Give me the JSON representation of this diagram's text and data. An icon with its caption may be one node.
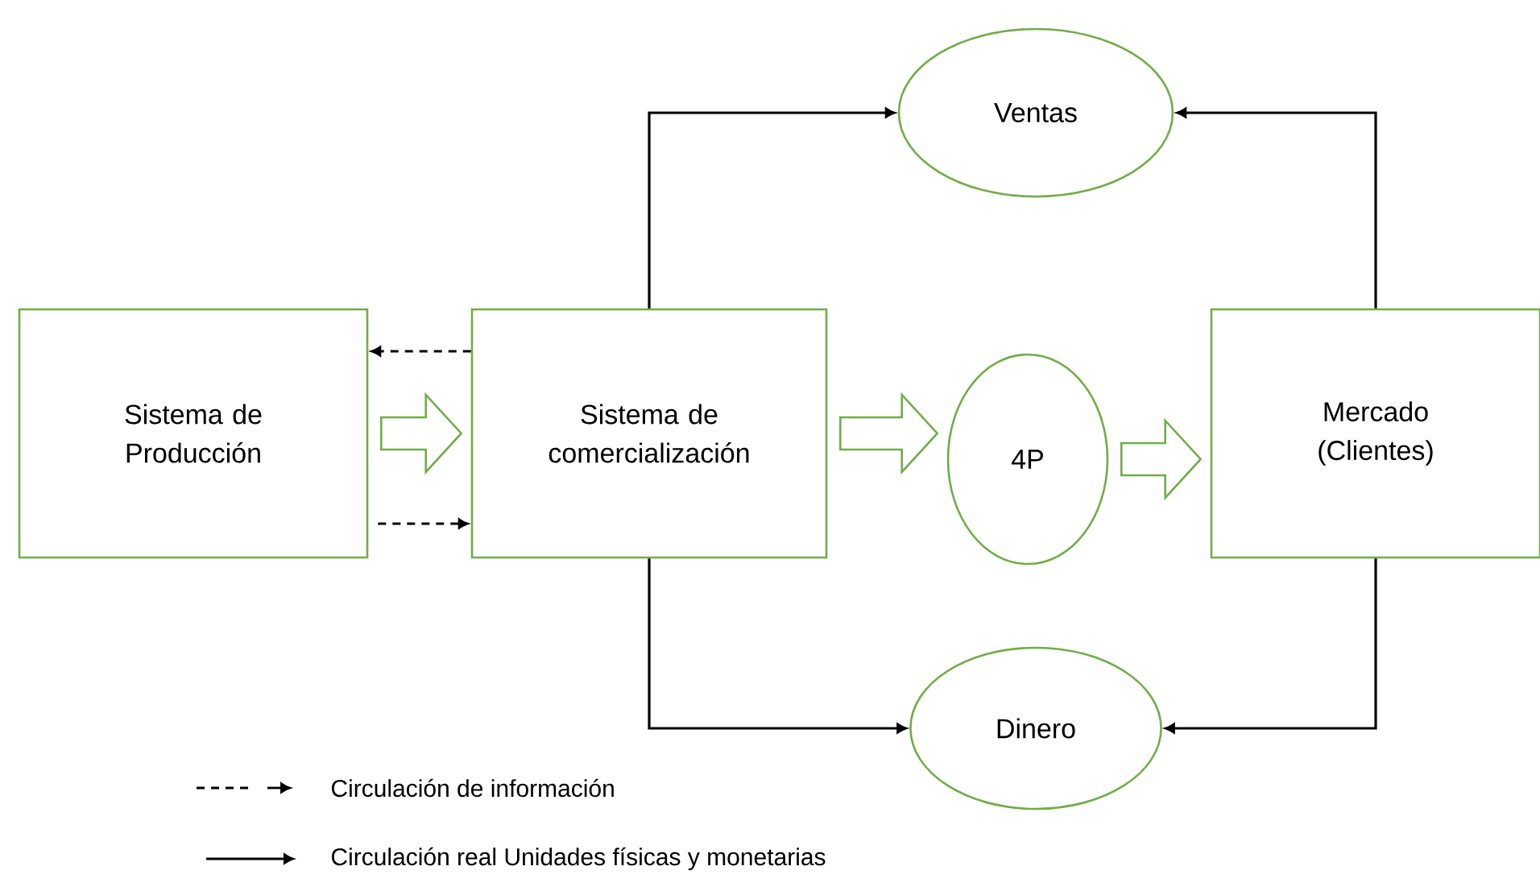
{
  "diagram": {
    "nodes": [
      {
        "text": [
          "Sistema de Producción"
        ]
      },
      {
        "text": [
          "Sistema de comercialización"
        ]
      },
      {
        "text": [
          "Ventas"
        ]
      },
      {
        "text": [
          "4P"
        ]
      },
      {
        "text": [
          "Mercado (Clientes)"
        ]
      },
      {
        "text": [
          "Dinero"
        ]
      }
    ],
    "edges": [
      {
        "from": 1,
        "to": 0,
        "arrow": "to",
        "style": "dashed"
      },
      {
        "from": 0,
        "to": 1,
        "arrow": "to",
        "style": "dashed"
      },
      {
        "from": 0,
        "to": 1,
        "arrow": "to",
        "style": "thick",
        "color": "#70ad47"
      },
      {
        "from": 1,
        "to": 3,
        "arrow": "to",
        "style": "thick",
        "color": "#70ad47"
      },
      {
        "from": 3,
        "to": 4,
        "arrow": "to",
        "style": "thick",
        "color": "#70ad47"
      },
      {
        "from": 1,
        "to": 2,
        "arrow": "to"
      },
      {
        "from": 4,
        "to": 2,
        "arrow": "to"
      },
      {
        "from": 1,
        "to": 5,
        "arrow": "to"
      },
      {
        "from": 4,
        "to": 5,
        "arrow": "to"
      }
    ],
    "legend": [
      {
        "text": "Circulación de información"
      },
      {
        "text": "Circulación real Unidades físicas y monetarias"
      }
    ]
  }
}
